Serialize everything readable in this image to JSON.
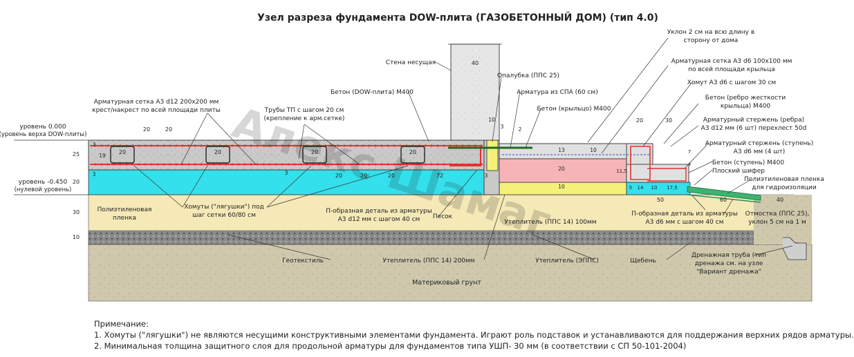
{
  "title": "Узел разреза фундамента DOW-плита (ГАЗОБЕТОННЫЙ ДОМ) (тип 4.0)",
  "watermark": "Алекс Шамаг",
  "levels": {
    "top_1": "уровень 0.000",
    "top_2": "(уровень верха DOW-плиты)",
    "zero_1": "уровень -0.450",
    "zero_2": "(нулевой уровень)"
  },
  "labels": {
    "wall": "Стена несущая",
    "formwork": "Опалубка (ППС 25)",
    "concrete_slab": "Бетон (DOW-плита) М400",
    "rebar_spa": "Арматура из СПА (60 см)",
    "concrete_porch": "Бетон (крыльцо) М400",
    "mesh_main_1": "Арматурная сетка А3 d12 200х200 мм",
    "mesh_main_2": "крест/накрест по всей площади плиты",
    "pipes_1": "Трубы ТП с шагом 20 см",
    "pipes_2": "(крепление к арм.сетке)",
    "slope_1": "Уклон 2 см на всю длину в",
    "slope_2": "сторону от дома",
    "mesh_porch_1": "Арматурная сетка А3 d6 100х100 мм",
    "mesh_porch_2": "по всей площади крыльца",
    "clamp": "Хомут А3 d6 с шагом 30 см",
    "rib_1": "Бетон (ребро жесткости",
    "rib_2": "крыльца) М400",
    "rod_rib_1": "Арматурный стержень (ребра)",
    "rod_rib_2": "А3 d12 мм (6 шт) перехлест 50d",
    "rod_step_1": "Арматурный стержень (ступень)",
    "rod_step_2": "А3 d6 мм (4 шт)",
    "step": "Бетон (ступень) М400",
    "slate": "Плоский шифер",
    "pe_film_right_1": "Полиэтиленовая пленка",
    "pe_film_right_2": "для гидроизоляции",
    "pe_film_left_1": "Полиэтиленовая",
    "pe_film_left_2": "пленка",
    "frogs_1": "Хомуты (\"лягушки\") под",
    "frogs_2": "шаг сетки 60/80 см",
    "u_part_1": "П-образная деталь из арматуры",
    "u_part_2": "А3 d12 мм с шагом 40 см",
    "sand": "Песок",
    "insul_100": "Утеплитель (ППС 14) 100мм",
    "u_part_porch_1": "П-образная деталь из арматуры",
    "u_part_porch_2": "А3 d6 мм с шагом 40 см",
    "blind_1": "Отмостка (ППС 25),",
    "blind_2": "уклон 5 см на 1 м",
    "geotextile": "Геотекстиль",
    "insul_200": "Утеплитель (ППС 14) 200мм",
    "insul_epps": "Утеплитель (ЭППС)",
    "gravel": "Щебень",
    "drain_1": "Дренажная труба (тип",
    "drain_2": "дренажа см. на узле",
    "drain_3": "\"Вариант дренажа\"",
    "soil": "Материковый грунт"
  },
  "dims": {
    "d40": "40",
    "d20": "20",
    "d25": "25",
    "d30": "30",
    "d10": "10",
    "d3": "3",
    "d19": "19",
    "d72": "72",
    "d13": "13",
    "d2": "2",
    "d50": "50",
    "d60": "60",
    "d14": "14",
    "d17_5": "17,5",
    "d11_5": "11,5",
    "d5": "5",
    "d7": "7",
    "d4": "4"
  },
  "notes": {
    "heading": "Примечание:",
    "n1": "1. Хомуты (\"лягушки\") не являются несущими конструктивными элементами фундамента. Играют роль подставок и устанавливаются для поддержания верхних рядов арматуры.",
    "n2": "2. Минимальная толщина защитного слоя для продольной арматуры для фундаментов типа УШП- 30 мм (в соответствии с СП 50-101-2004)"
  },
  "colors": {
    "concrete": "#c9c9c9",
    "epps_cyan": "#33e0ec",
    "sand": "#f5e9b8",
    "soil": "#cfc8ad",
    "porch_concrete": "#e0e0e0",
    "pink_pps": "#f7b4b8",
    "yellow_pps": "#f4f07a",
    "rebar": "#e53030",
    "wall": "#e8e8e8"
  }
}
